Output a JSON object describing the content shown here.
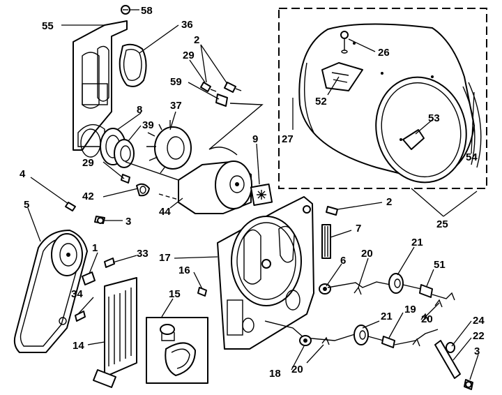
{
  "labels": {
    "l58": "58",
    "l55": "55",
    "l36": "36",
    "l2a": "2",
    "l29a": "29",
    "l59": "59",
    "l37": "37",
    "l8": "8",
    "l39": "39",
    "l9": "9",
    "l26": "26",
    "l52": "52",
    "l27": "27",
    "l53": "53",
    "l54": "54",
    "l25": "25",
    "l4": "4",
    "l5": "5",
    "l29b": "29",
    "l42": "42",
    "l3a": "3",
    "l44": "44",
    "l2b": "2",
    "l7": "7",
    "l1": "1",
    "l33": "33",
    "l17": "17",
    "l16": "16",
    "l6": "6",
    "l20a": "20",
    "l21a": "21",
    "l51": "51",
    "l34": "34",
    "l15": "15",
    "l14": "14",
    "l20b": "20",
    "l19": "19",
    "l21b": "21",
    "l24": "24",
    "l22": "22",
    "l3b": "3",
    "l18": "18",
    "l20c": "20"
  }
}
